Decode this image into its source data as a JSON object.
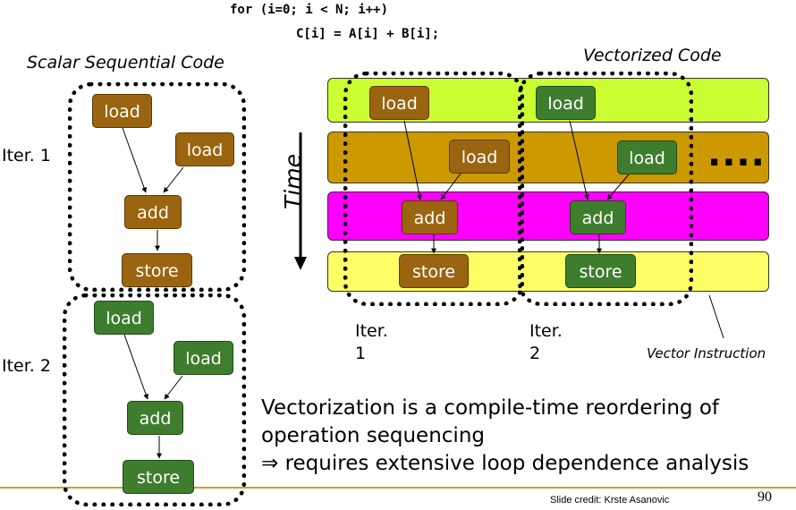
{
  "code": {
    "line1": "for (i=0; i < N; i++)",
    "line2": "C[i] = A[i] + B[i];"
  },
  "scalar": {
    "title": "Scalar Sequential Code",
    "iter1_label": "Iter. 1",
    "iter2_label": "Iter. 2",
    "ops": {
      "load": "load",
      "add": "add",
      "store": "store"
    }
  },
  "vector": {
    "title": "Vectorized Code",
    "time_label": "Time",
    "ops": {
      "load": "load",
      "add": "add",
      "store": "store"
    },
    "ellipsis": "....",
    "iter1_label_a": "Iter.",
    "iter1_label_b": "1",
    "iter2_label_a": "Iter.",
    "iter2_label_b": "2",
    "instruction_label": "Vector Instruction"
  },
  "text": {
    "line1": "Vectorization is a compile-time reordering of",
    "line2": "operation sequencing",
    "line3": "⇒ requires extensive loop dependence analysis"
  },
  "footer": {
    "credit": "Slide credit: Krste Asanovic",
    "page_number": "90"
  },
  "colors": {
    "brown_op": "#9a6410",
    "green_op": "#3e7d2e",
    "band_lime": "#ccff33",
    "band_amber": "#cc9900",
    "band_magenta": "#ff00ff",
    "band_yellow": "#ffff66",
    "rule": "#c9a227"
  }
}
